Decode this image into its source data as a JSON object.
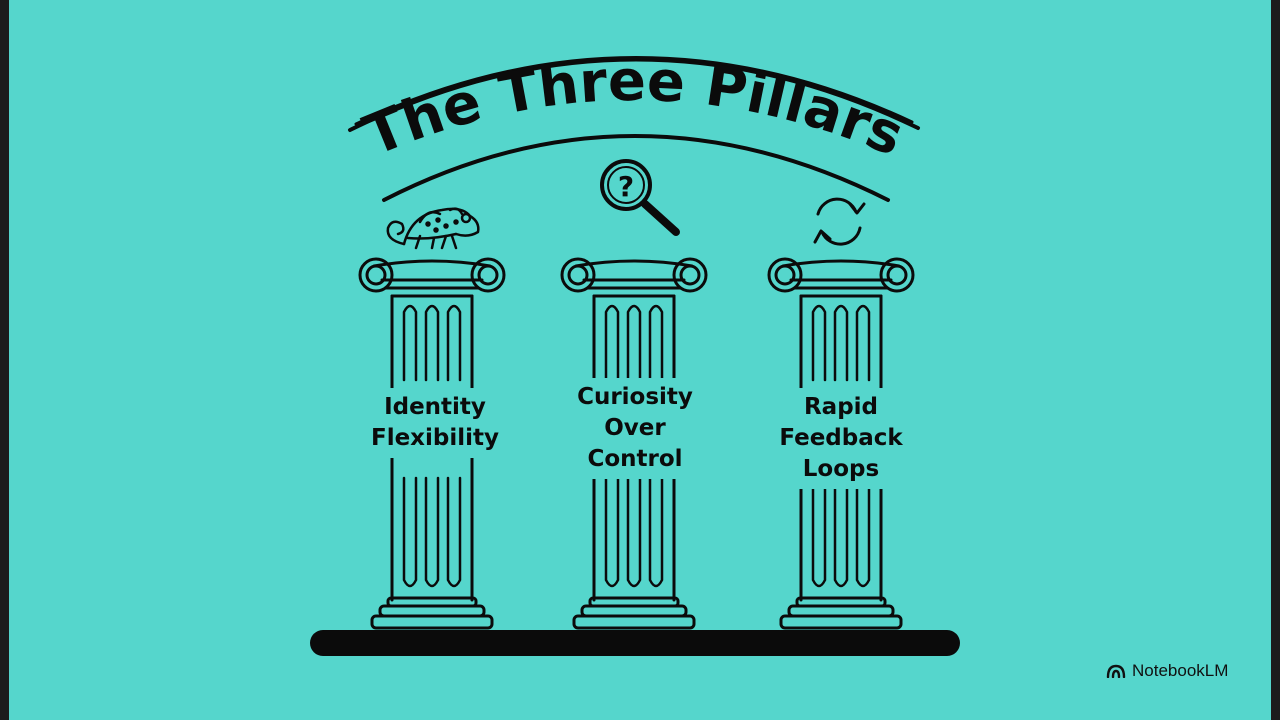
{
  "slide": {
    "title": "The Three Pillars",
    "background": "#55d6cc",
    "ink": "#0b0b0b"
  },
  "pillars": [
    {
      "label": "Identity\nFlexibility",
      "icon": "chameleon-icon"
    },
    {
      "label": "Curiosity\nOver\nControl",
      "icon": "magnifying-glass-question-icon"
    },
    {
      "label": "Rapid\nFeedback\nLoops",
      "icon": "refresh-cycle-icon"
    }
  ],
  "brand": {
    "name": "NotebookLM",
    "icon": "notebooklm-logo-icon"
  }
}
